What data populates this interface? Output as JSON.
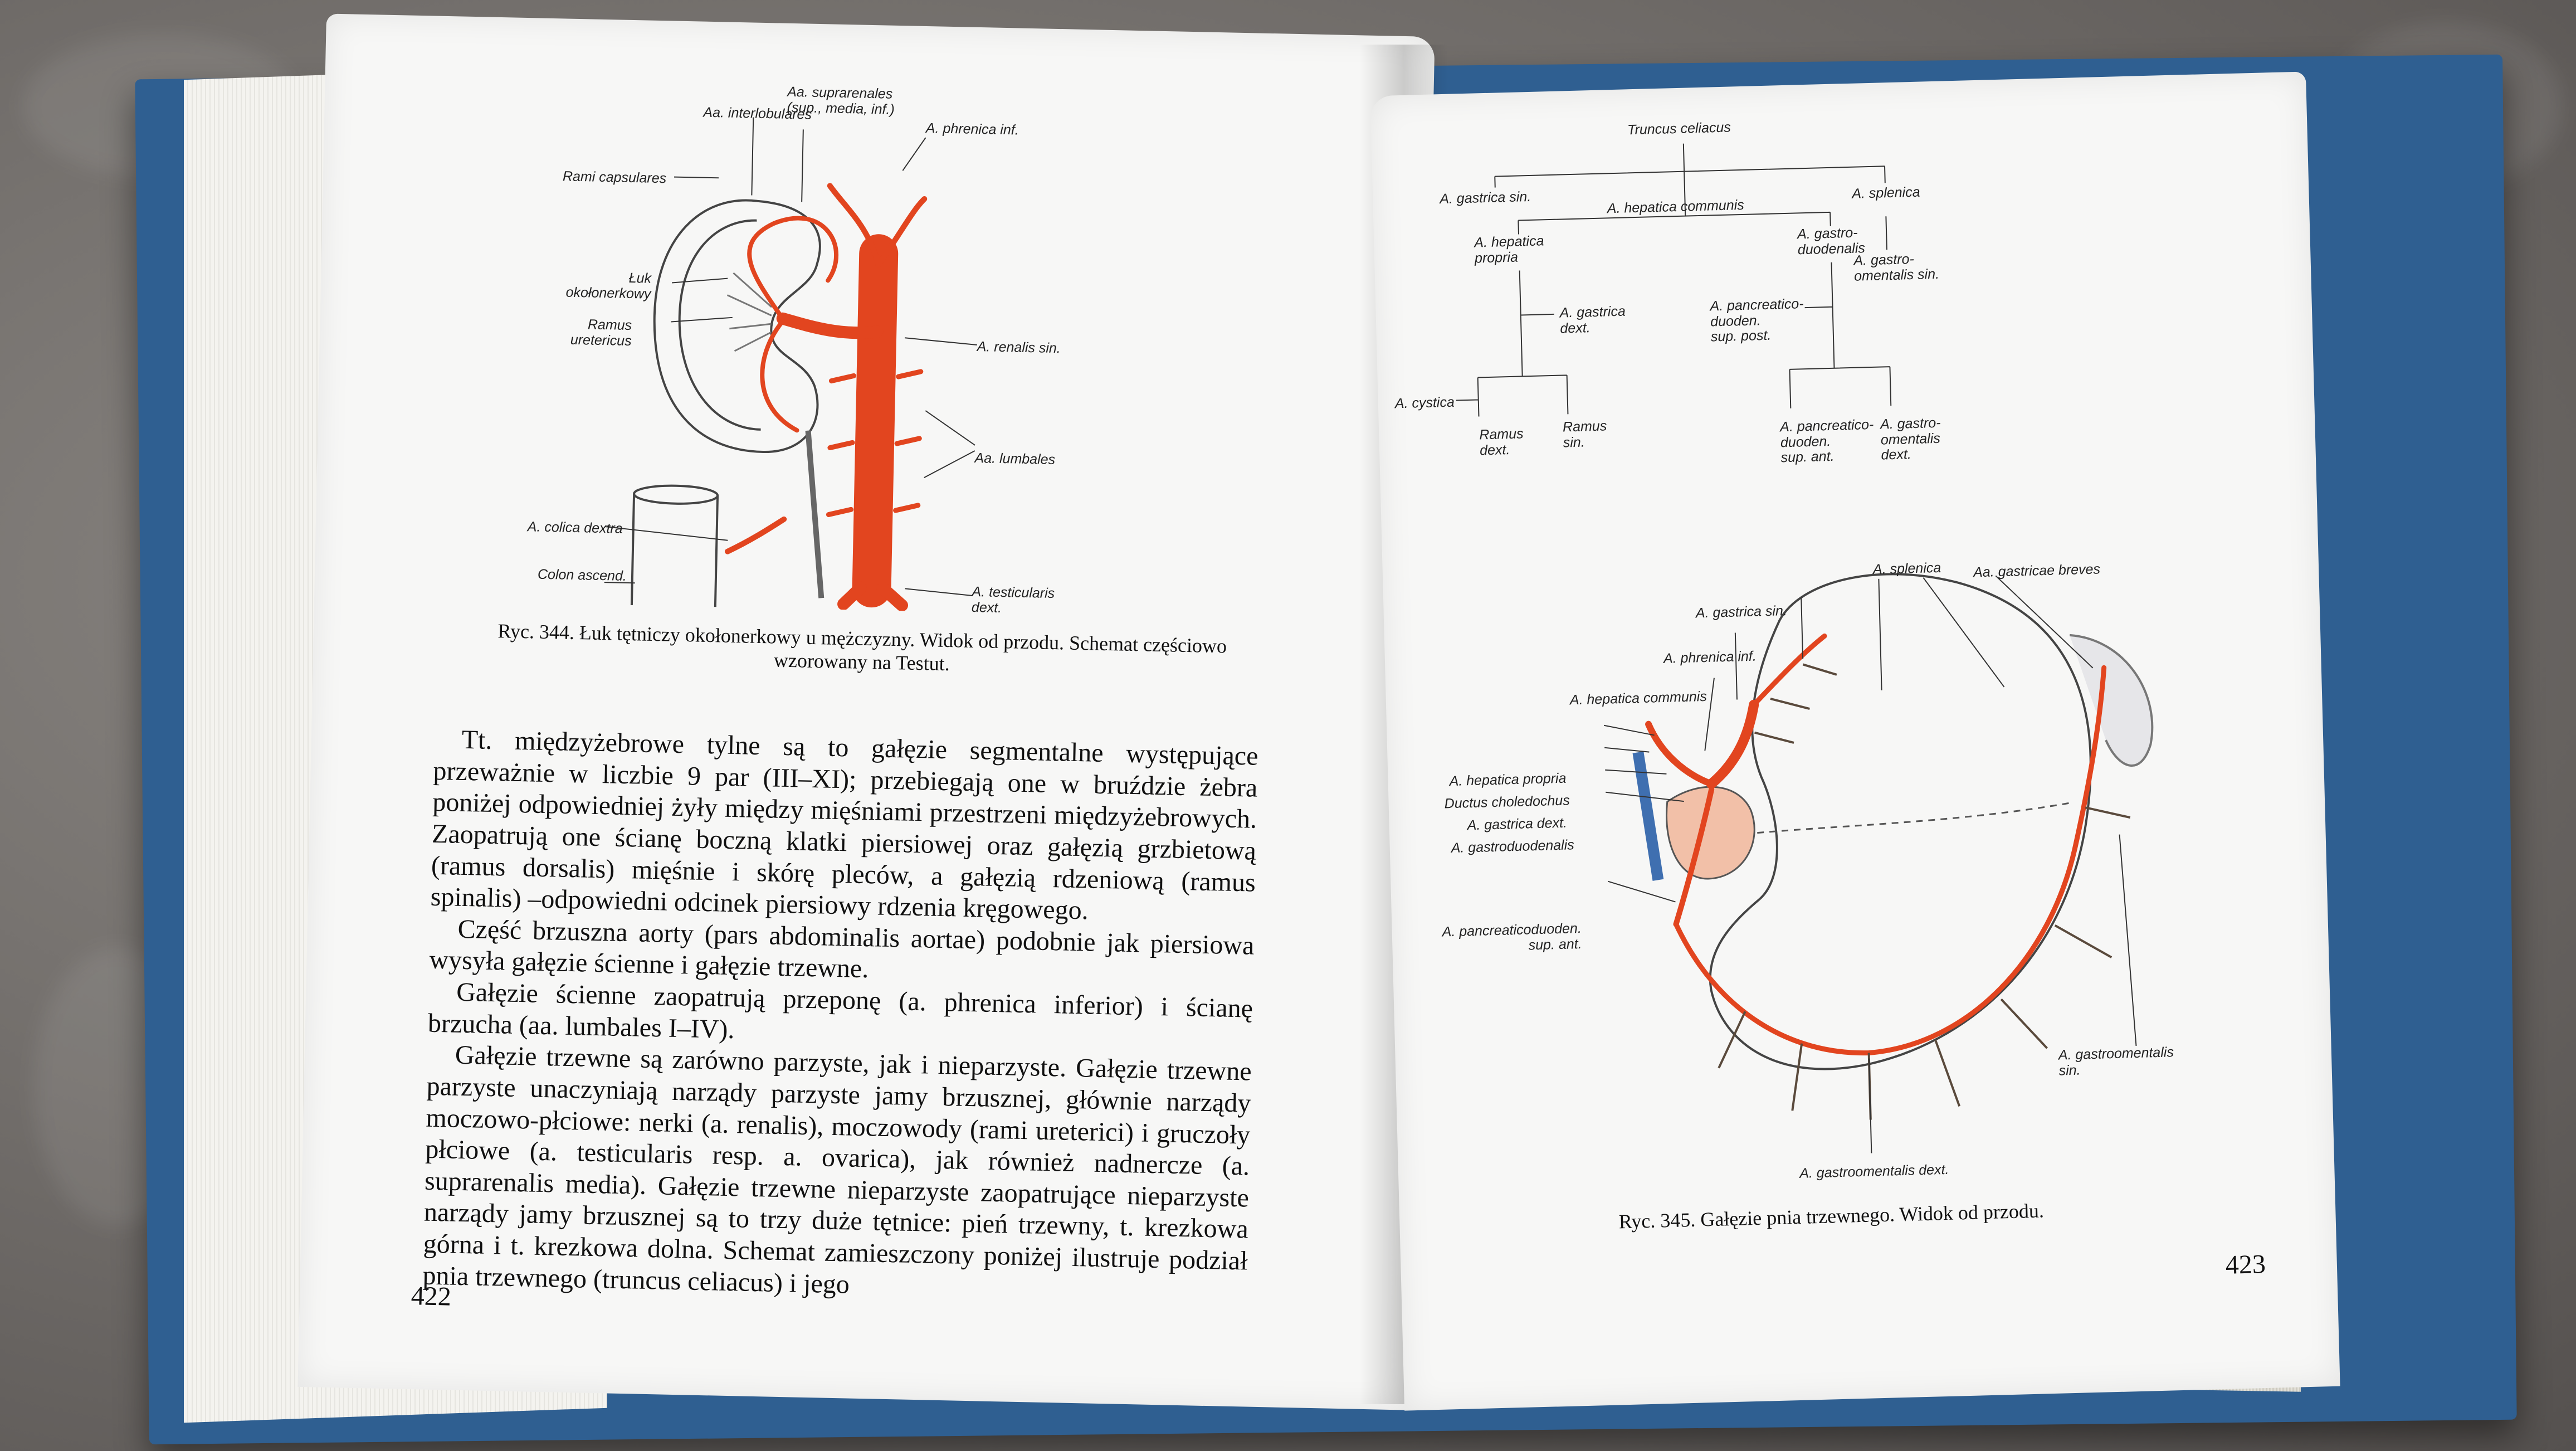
{
  "left_page": {
    "figure_344": {
      "labels": {
        "interlobulares": "Aa. interlobulares",
        "suprarenales": "Aa. suprarenales\n(sup., media, inf.)",
        "phrenica_inf": "A. phrenica inf.",
        "rami_capsulares": "Rami capsulares",
        "luk": "Łuk\nokołonerkowy",
        "ramus_uretericus": "Ramus\nuretericus",
        "renalis_sin": "A. renalis sin.",
        "lumbales": "Aa. lumbales",
        "colica_dextra": "A. colica dextra",
        "colon_ascend": "Colon ascend.",
        "testicularis": "A. testicularis\ndext."
      },
      "caption": "Ryc. 344. Łuk tętniczy okołonerkowy u mężczyzny. Widok od przodu. Schemat częściowo wzorowany na Testut."
    },
    "text_paragraphs": [
      "Tt. międzyżebrowe tylne są to gałęzie segmentalne występujące przeważnie w liczbie 9 par (III–XI); przebiegają one w bruździe żebra poniżej odpowiedniej żyły między mięśniami przestrzeni międzyżebrowych. Zaopatrują one ścianę boczną klatki piersiowej oraz gałęzią grzbietową (ramus dorsalis) mięśnie i skórę pleców, a gałęzią rdzeniową (ramus spinalis) –odpowiedni odcinek piersiowy rdzenia kręgowego.",
      "Część brzuszna aorty (pars abdominalis aortae) podobnie jak piersiowa wysyła gałęzie ścienne i gałęzie trzewne.",
      "Gałęzie ścienne zaopatrują przeponę (a. phrenica inferior) i ścianę brzucha (aa. lumbales I–IV).",
      "Gałęzie trzewne są zarówno parzyste, jak i nieparzyste. Gałęzie trzewne parzyste unaczyniają narządy parzyste jamy brzusznej, głównie narządy moczowo-płciowe: nerki (a. renalis), moczowody (rami ureterici) i gruczoły płciowe (a. testicularis resp. a. ovarica), jak również nadnercze (a. suprarenalis media). Gałęzie trzewne nieparzyste zaopatrujące nieparzyste narządy jamy brzusznej są to trzy duże tętnice: pień trzewny, t. krezkowa górna i t. krezkowa dolna. Schemat zamieszczony poniżej ilustruje podział pnia trzewnego (truncus celiacus) i jego"
    ],
    "page_number": "422"
  },
  "right_page": {
    "diagram": {
      "truncus": "Truncus celiacus",
      "gastrica_sin": "A. gastrica sin.",
      "hepatica_communis": "A. hepatica communis",
      "splenica": "A. splenica",
      "hepatica_propria": "A. hepatica\npropria",
      "gastroduodenalis": "A. gastro-\nduodenalis",
      "gastroomentalis_sin": "A. gastro-\nomentalis sin.",
      "gastrica_dext": "A. gastrica\ndext.",
      "pancreatico_post": "A. pancreatico-\nduoden.\nsup. post.",
      "cystica": "A. cystica",
      "ramus_dext": "Ramus\ndext.",
      "ramus_sin": "Ramus\nsin.",
      "pancreatico_ant": "A. pancreatico-\nduoden.\nsup. ant.",
      "gastroomentalis_dext": "A. gastro-\nomentalis\ndext."
    },
    "figure_345": {
      "labels": {
        "splenica": "A. splenica",
        "gastricae_breves": "Aa. gastricae breves",
        "gastrica_sin": "A. gastrica sin.",
        "phrenica_inf": "A. phrenica inf.",
        "hepatica_communis": "A. hepatica communis",
        "hepatica_propria": "A. hepatica propria",
        "ductus": "Ductus choledochus",
        "gastrica_dext": "A. gastrica dext.",
        "gastroduodenalis": "A. gastroduodenalis",
        "pancreaticoduoden": "A. pancreaticoduoden.\nsup. ant.",
        "gastroomentalis_sin": "A. gastroomentalis\nsin.",
        "gastroomentalis_dext": "A. gastroomentalis dext."
      },
      "caption": "Ryc. 345. Gałęzie pnia trzewnego. Widok od przodu."
    },
    "page_number": "423"
  },
  "colors": {
    "artery": "#e2451f",
    "cover": "#2f5f91",
    "paper": "#f7f7f6"
  }
}
